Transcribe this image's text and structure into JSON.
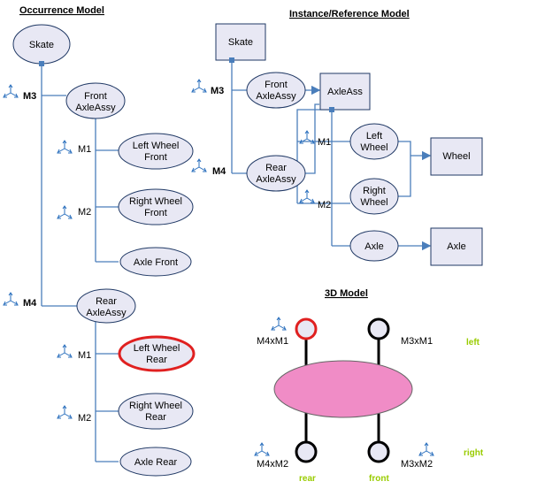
{
  "occurrence": {
    "title": "Occurrence Model",
    "skate": "Skate",
    "front_axle": [
      "Front",
      "AxleAssy"
    ],
    "m3": "M3",
    "m4": "M4",
    "m1": "M1",
    "m2": "M2",
    "m1b": "M1",
    "m2b": "M2",
    "left_wheel_front": [
      "Left Wheel",
      "Front"
    ],
    "right_wheel_front": [
      "Right Wheel",
      "Front"
    ],
    "axle_front": "Axle Front",
    "rear_axle": [
      "Rear",
      "AxleAssy"
    ],
    "left_wheel_rear": [
      "Left Wheel",
      "Rear"
    ],
    "right_wheel_rear": [
      "Right Wheel",
      "Rear"
    ],
    "axle_rear": "Axle Rear"
  },
  "instance": {
    "title": "Instance/Reference Model",
    "skate": "Skate",
    "m3": "M3",
    "m4": "M4",
    "m1": "M1",
    "m2": "M2",
    "front_axle": [
      "Front",
      "AxleAssy"
    ],
    "rear_axle": [
      "Rear",
      "AxleAssy"
    ],
    "axle_ass": "AxleAss",
    "left_wheel": [
      "Left",
      "Wheel"
    ],
    "right_wheel": [
      "Right",
      "Wheel"
    ],
    "axle": "Axle",
    "wheel_box": "Wheel",
    "axle_box": "Axle"
  },
  "model3d": {
    "title": "3D Model",
    "m4xm1": "M4xM1",
    "m3xm1": "M3xM1",
    "m4xm2": "M4xM2",
    "m3xm2": "M3xM2",
    "left": "left",
    "right": "right",
    "rear": "rear",
    "front": "front"
  },
  "colors": {
    "highlight": "#e02020",
    "body": "#f08cc6",
    "accent_text": "#99cc00",
    "connector": "#4a7ebb"
  },
  "icons": [
    "axis-triad-icon"
  ]
}
